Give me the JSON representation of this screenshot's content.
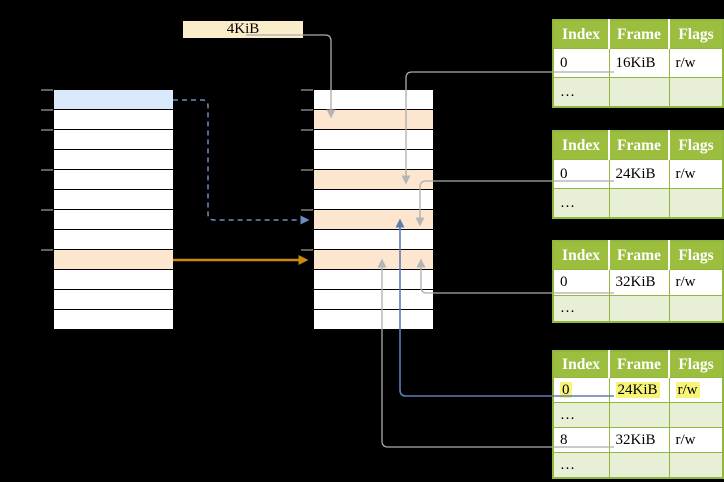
{
  "page_size_label": "4KiB",
  "colors": {
    "header_green": "#9CBE3E",
    "border_green": "#93B73C",
    "pale_green": "#E7EFD6",
    "row_blue": "#DAE8FC",
    "row_orange": "#FDE6CF",
    "label_cream": "#FAEECA",
    "highlight_yellow": "#F8F478",
    "line_gray": "#ACACAC",
    "arrow_gray": "#B5B5B5",
    "line_blue": "#5C7DB3",
    "dash_blue": "#6C8EBF",
    "arrow_amber": "#CB8A08",
    "tick_gray": "#8A8A8A"
  },
  "left_column": {
    "rows": [
      "blue",
      "white",
      "white",
      "white",
      "white",
      "white",
      "white",
      "white",
      "orange",
      "white",
      "white",
      "white"
    ]
  },
  "middle_column": {
    "rows": [
      "white",
      "orange",
      "white",
      "white",
      "orange",
      "white",
      "orange",
      "white",
      "orange",
      "white",
      "white",
      "white"
    ]
  },
  "page_tables": [
    {
      "headers": [
        "Index",
        "Frame",
        "Flags"
      ],
      "rows": [
        {
          "cells": [
            "0",
            "16KiB",
            "r/w"
          ]
        },
        {
          "cells": [
            "…",
            "",
            ""
          ],
          "shaded": true
        }
      ]
    },
    {
      "headers": [
        "Index",
        "Frame",
        "Flags"
      ],
      "rows": [
        {
          "cells": [
            "0",
            "24KiB",
            "r/w"
          ]
        },
        {
          "cells": [
            "…",
            "",
            ""
          ],
          "shaded": true
        }
      ]
    },
    {
      "headers": [
        "Index",
        "Frame",
        "Flags"
      ],
      "rows": [
        {
          "cells": [
            "0",
            "32KiB",
            "r/w"
          ]
        },
        {
          "cells": [
            "…",
            "",
            ""
          ],
          "shaded": true
        }
      ]
    },
    {
      "headers": [
        "Index",
        "Frame",
        "Flags"
      ],
      "rows": [
        {
          "cells": [
            "0",
            "24KiB",
            "r/w"
          ],
          "highlight": true
        },
        {
          "cells": [
            "…",
            "",
            ""
          ],
          "shaded": true
        },
        {
          "cells": [
            "8",
            "32KiB",
            "r/w"
          ]
        },
        {
          "cells": [
            "…",
            "",
            ""
          ],
          "shaded": true
        }
      ]
    }
  ]
}
